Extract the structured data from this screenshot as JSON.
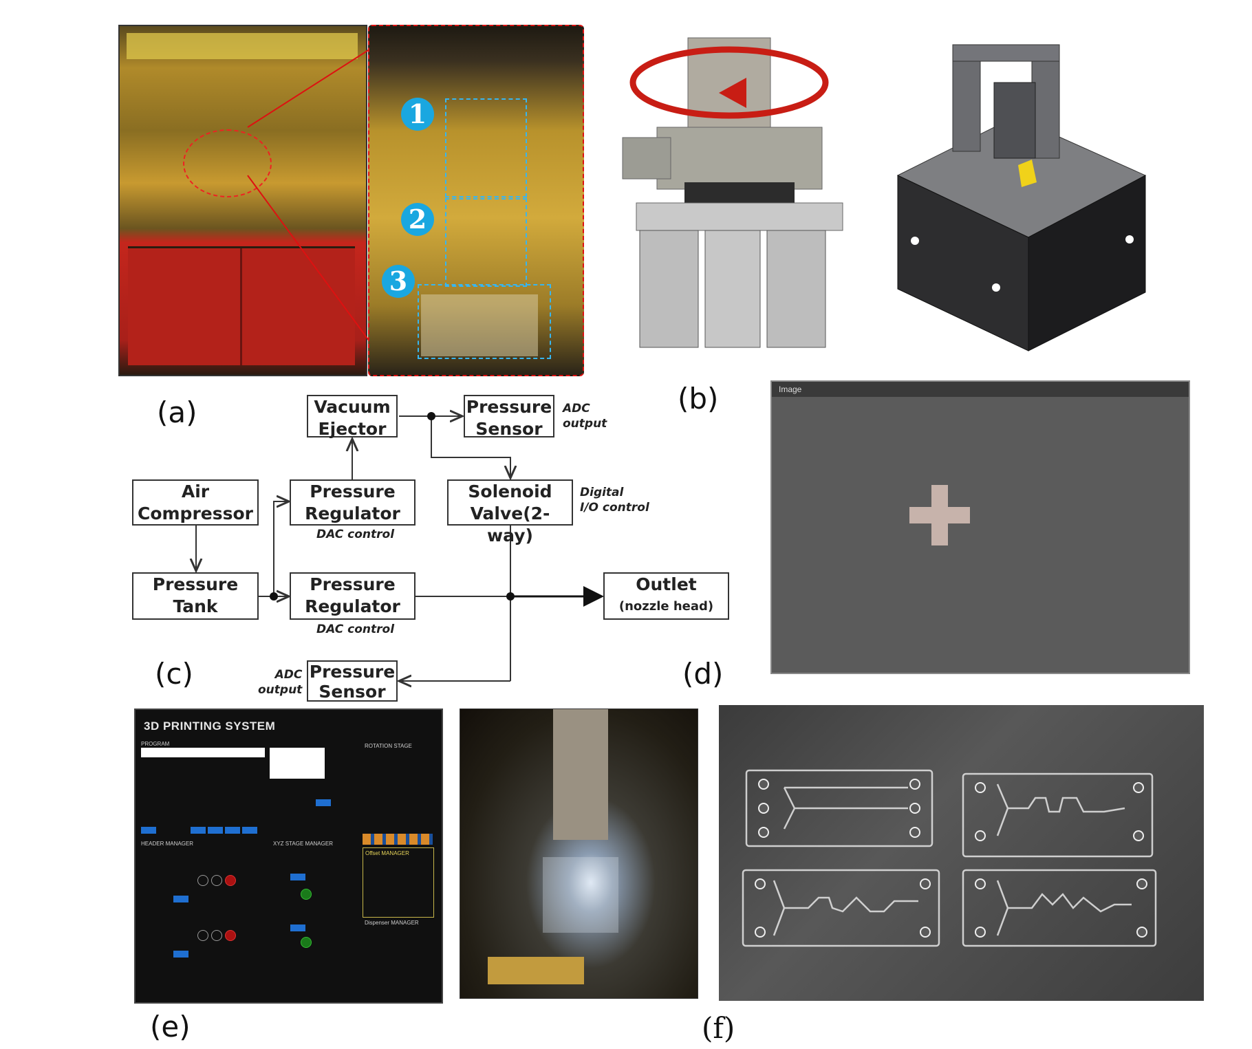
{
  "panel_labels": {
    "a": "(a)",
    "b": "(b)",
    "c": "(c)",
    "d": "(d)",
    "e": "(e)",
    "f": "(f)"
  },
  "callouts": [
    "1",
    "2",
    "3"
  ],
  "diagram": {
    "blocks": {
      "vacuum_ejector": [
        "Vacuum",
        "Ejector"
      ],
      "pressure_sensor_top": [
        "Pressure",
        "Sensor"
      ],
      "air_compressor": [
        "Air",
        "Compressor"
      ],
      "pressure_regulator_top": [
        "Pressure",
        "Regulator"
      ],
      "solenoid_valve": [
        "Solenoid",
        "Valve(2-way)"
      ],
      "pressure_tank": [
        "Pressure",
        "Tank"
      ],
      "pressure_regulator_bottom": [
        "Pressure",
        "Regulator"
      ],
      "outlet": [
        "Outlet",
        "(nozzle head)"
      ],
      "pressure_sensor_bottom": [
        "Pressure",
        "Sensor"
      ]
    },
    "notes": {
      "adc_top": [
        "ADC",
        "output"
      ],
      "digital_io": [
        "Digital",
        "I/O control"
      ],
      "dac_top": "DAC control",
      "dac_bottom": "DAC control",
      "adc_bottom": [
        "ADC",
        "output"
      ]
    }
  },
  "software": {
    "title": "3D PRINTING SYSTEM",
    "sections": [
      "PROGRAM",
      "HEADER MANAGER",
      "ROTATION STAGE",
      "XYZ STAGE MANAGER",
      "Offset MANAGER",
      "Dispenser MANAGER"
    ]
  },
  "camera": {
    "window_title": "Image"
  },
  "colors": {
    "callout": "#1aa7e0",
    "dashed_box": "#37b6f0",
    "highlight_border": "#dd1111",
    "cabinet_red": "#c4261c",
    "button_blue": "#1f6fd1"
  }
}
